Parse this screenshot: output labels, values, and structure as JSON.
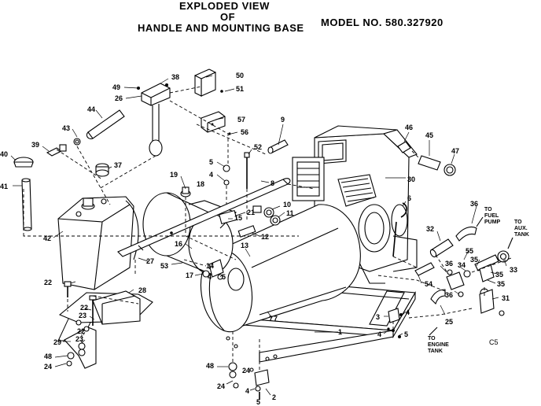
{
  "title": {
    "line1": "EXPLODED VIEW",
    "line2": "OF",
    "line3": "HANDLE AND MOUNTING BASE"
  },
  "model": "MODEL NO. 580.327920",
  "page_mark": "C5",
  "notes": {
    "to_fuel_pump": [
      "TO",
      "FUEL",
      "PUMP"
    ],
    "to_aux_tank": [
      "TO",
      "AUX.",
      "TANK"
    ],
    "to_engine_tank": [
      "TO",
      "ENGINE",
      "TANK"
    ]
  },
  "parts": [
    "1",
    "2",
    "3",
    "4",
    "5",
    "6",
    "7",
    "8",
    "9",
    "10",
    "11",
    "12",
    "13",
    "14",
    "15",
    "16",
    "17",
    "18",
    "19",
    "21",
    "22",
    "23",
    "24",
    "25",
    "26",
    "27",
    "28",
    "29",
    "30",
    "31",
    "32",
    "33",
    "34",
    "35",
    "36",
    "37",
    "38",
    "39",
    "40",
    "41",
    "42",
    "43",
    "44",
    "45",
    "46",
    "47",
    "48",
    "49",
    "50",
    "51",
    "52",
    "53",
    "54",
    "55",
    "56",
    "57"
  ],
  "callouts": [
    {
      "id": "49",
      "text": "49"
    },
    {
      "id": "38",
      "text": "38"
    },
    {
      "id": "26",
      "text": "26"
    },
    {
      "id": "50",
      "text": "50"
    },
    {
      "id": "51",
      "text": "51"
    },
    {
      "id": "44",
      "text": "44"
    },
    {
      "id": "57",
      "text": "57"
    },
    {
      "id": "56",
      "text": "56"
    },
    {
      "id": "43",
      "text": "43"
    },
    {
      "id": "9",
      "text": "9"
    },
    {
      "id": "46",
      "text": "46"
    },
    {
      "id": "45",
      "text": "45"
    },
    {
      "id": "47",
      "text": "47"
    },
    {
      "id": "40",
      "text": "40"
    },
    {
      "id": "39",
      "text": "39"
    },
    {
      "id": "52",
      "text": "52"
    },
    {
      "id": "5a",
      "text": "5"
    },
    {
      "id": "37",
      "text": "37"
    },
    {
      "id": "4a",
      "text": "4"
    },
    {
      "id": "19",
      "text": "19"
    },
    {
      "id": "18",
      "text": "18"
    },
    {
      "id": "8",
      "text": "8"
    },
    {
      "id": "30",
      "text": "30"
    },
    {
      "id": "41",
      "text": "41"
    },
    {
      "id": "10",
      "text": "10"
    },
    {
      "id": "6",
      "text": "6"
    },
    {
      "id": "36a",
      "text": "36"
    },
    {
      "id": "21",
      "text": "21"
    },
    {
      "id": "15",
      "text": "15"
    },
    {
      "id": "11",
      "text": "11"
    },
    {
      "id": "42",
      "text": "42"
    },
    {
      "id": "12",
      "text": "12"
    },
    {
      "id": "32",
      "text": "32"
    },
    {
      "id": "16",
      "text": "16"
    },
    {
      "id": "13",
      "text": "13"
    },
    {
      "id": "55a",
      "text": "55"
    },
    {
      "id": "35a",
      "text": "35"
    },
    {
      "id": "27",
      "text": "27"
    },
    {
      "id": "35b",
      "text": "35"
    },
    {
      "id": "53",
      "text": "53"
    },
    {
      "id": "14",
      "text": "14"
    },
    {
      "id": "36b",
      "text": "36"
    },
    {
      "id": "34",
      "text": "34"
    },
    {
      "id": "33",
      "text": "33"
    },
    {
      "id": "17",
      "text": "17"
    },
    {
      "id": "4b",
      "text": "4"
    },
    {
      "id": "5b",
      "text": "5"
    },
    {
      "id": "54",
      "text": "54"
    },
    {
      "id": "35c",
      "text": "35"
    },
    {
      "id": "7a",
      "text": "7"
    },
    {
      "id": "22a",
      "text": "22"
    },
    {
      "id": "28",
      "text": "28"
    },
    {
      "id": "36c",
      "text": "36"
    },
    {
      "id": "31",
      "text": "31"
    },
    {
      "id": "22b",
      "text": "22"
    },
    {
      "id": "23a",
      "text": "23"
    },
    {
      "id": "25",
      "text": "25"
    },
    {
      "id": "7b",
      "text": "7"
    },
    {
      "id": "3",
      "text": "3"
    },
    {
      "id": "4c",
      "text": "4"
    },
    {
      "id": "22c",
      "text": "22"
    },
    {
      "id": "23b",
      "text": "23"
    },
    {
      "id": "1",
      "text": "1"
    },
    {
      "id": "4d",
      "text": "4"
    },
    {
      "id": "5c",
      "text": "5"
    },
    {
      "id": "29",
      "text": "29"
    },
    {
      "id": "48a",
      "text": "48"
    },
    {
      "id": "24a",
      "text": "24"
    },
    {
      "id": "48b",
      "text": "48"
    },
    {
      "id": "24b",
      "text": "24"
    },
    {
      "id": "24c",
      "text": "24"
    },
    {
      "id": "4e",
      "text": "4"
    },
    {
      "id": "2",
      "text": "2"
    },
    {
      "id": "5d",
      "text": "5"
    }
  ]
}
